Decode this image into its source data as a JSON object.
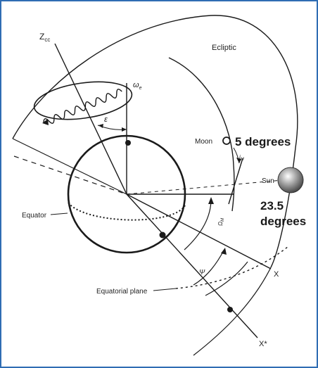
{
  "labels": {
    "z_axis": "Z",
    "z_axis_sub": "cc",
    "omega": "ω",
    "omega_sub": "e",
    "epsilon": "ε",
    "ecliptic": "Ecliptic",
    "moon": "Moon",
    "moon_angle": "5 degrees",
    "i_m": "i",
    "i_m_sub": "M",
    "sun": "Sun",
    "sun_angle_value": "23.5",
    "sun_angle_unit": "degrees",
    "equator": "Equator",
    "omega_m": "Ω",
    "omega_m_sub": "M",
    "psi": "Ψ",
    "x_axis": "X",
    "equatorial_plane": "Equatorial plane",
    "x_star": "X*"
  },
  "colors": {
    "frame": "#2f6db3",
    "line": "#1a1a1a",
    "sun_fill": "#8a8a8a"
  }
}
